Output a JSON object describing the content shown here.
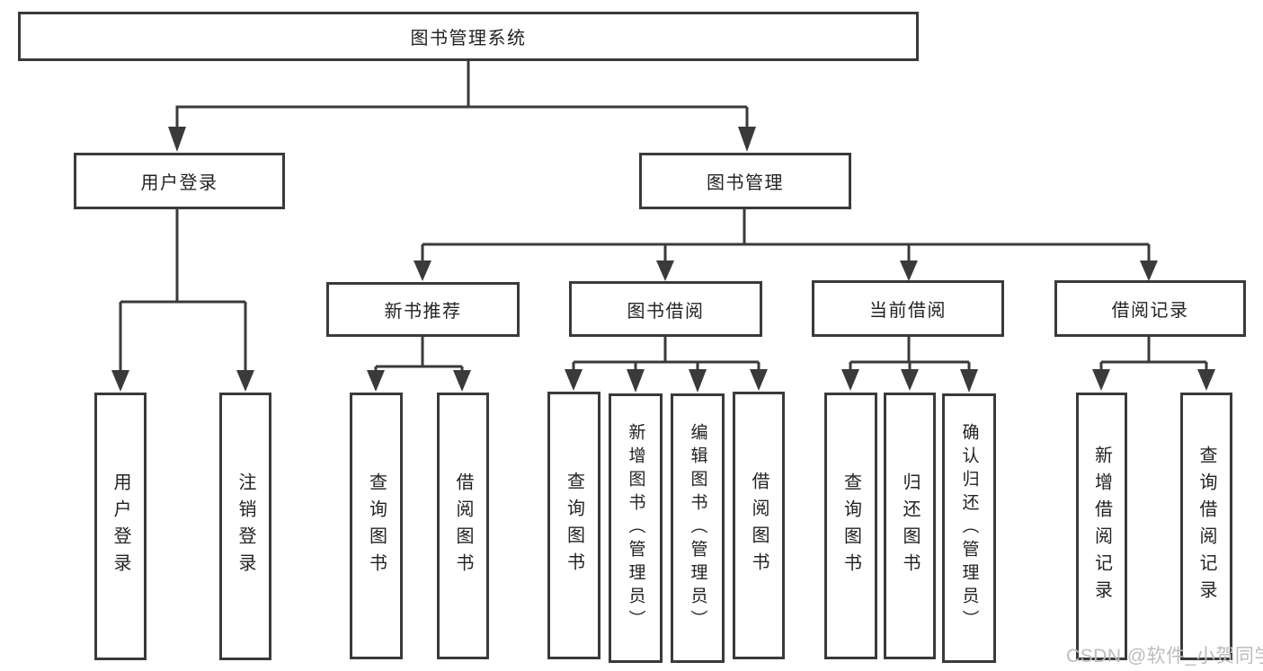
{
  "title": "图书管理系统",
  "colors": {
    "line": "#3a3a3a",
    "box_border": "#3a3a3a",
    "box_fill": "#ffffff",
    "text": "#232323",
    "watermark": "#bdbdbd",
    "background": "#ffffff"
  },
  "tree": {
    "label": "图书管理系统",
    "children": [
      {
        "label": "用户登录",
        "children": [
          {
            "label": "用户登录"
          },
          {
            "label": "注销登录"
          }
        ]
      },
      {
        "label": "图书管理",
        "children": [
          {
            "label": "新书推荐",
            "children": [
              {
                "label": "查询图书"
              },
              {
                "label": "借阅图书"
              }
            ]
          },
          {
            "label": "图书借阅",
            "children": [
              {
                "label": "查询图书"
              },
              {
                "label": "新增图书（管理员）"
              },
              {
                "label": "编辑图书（管理员）"
              },
              {
                "label": "借阅图书"
              }
            ]
          },
          {
            "label": "当前借阅",
            "children": [
              {
                "label": "查询图书"
              },
              {
                "label": "归还图书"
              },
              {
                "label": "确认归还（管理员）"
              }
            ]
          },
          {
            "label": "借阅记录",
            "children": [
              {
                "label": "新增借阅记录"
              },
              {
                "label": "查询借阅记录"
              }
            ]
          }
        ]
      }
    ]
  },
  "watermark": "CSDN @软件_小贺同学"
}
